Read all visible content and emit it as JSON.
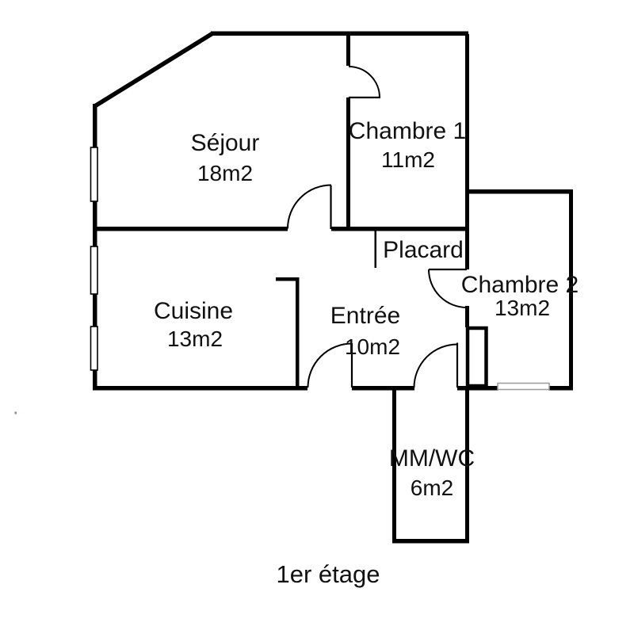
{
  "page": {
    "background": "#ffffff"
  },
  "floor_plan": {
    "caption": "1er étage",
    "line_color": "#000000",
    "text_color": "#111111",
    "rooms": {
      "sejour": {
        "name": "Séjour",
        "area": "18m2"
      },
      "chambre1": {
        "name": "Chambre 1",
        "area": "11m2"
      },
      "chambre2": {
        "name": "Chambre 2",
        "area": "13m2"
      },
      "cuisine": {
        "name": "Cuisine",
        "area": "13m2"
      },
      "entree": {
        "name": "Entrée",
        "area": "10m2"
      },
      "mmwc": {
        "name": "MM/WC",
        "area": "6m2"
      },
      "placard": {
        "name": "Placard"
      }
    }
  }
}
